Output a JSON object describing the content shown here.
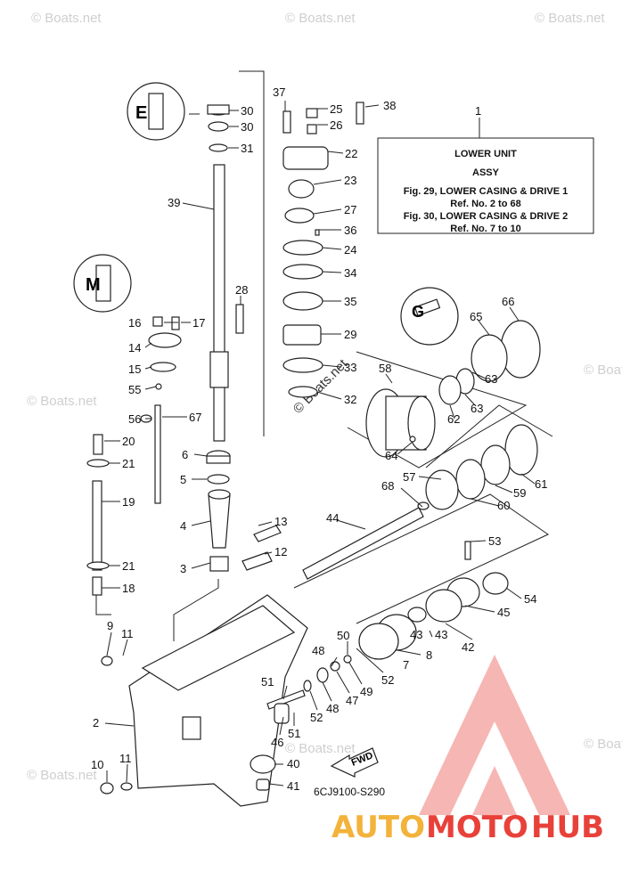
{
  "info_box": {
    "ref": "1",
    "line1": "LOWER UNIT",
    "line2": "ASSY",
    "line3": "Fig. 29, LOWER CASING & DRIVE 1",
    "line4": "Ref. No. 2 to 68",
    "line5": "Fig. 30, LOWER CASING & DRIVE 2",
    "line6": "Ref. No. 7 to 10"
  },
  "diagram_code": "6CJ9100-S290",
  "fwd_label": "FWD",
  "watermark": "© Boats.net",
  "brand": {
    "auto": "AUTO",
    "moto": "MOTO",
    "hub": "HUB",
    "color_main": "#e8413a",
    "color_accent": "#f3b23a",
    "color_triangle": "#f4a9a6"
  },
  "callouts": {
    "c2": "2",
    "c3": "3",
    "c4": "4",
    "c5": "5",
    "c6": "6",
    "c7": "7",
    "c8": "8",
    "c9": "9",
    "c10": "10",
    "c11a": "11",
    "c11b": "11",
    "c12": "12",
    "c13": "13",
    "c14": "14",
    "c15": "15",
    "c16": "16",
    "c17": "17",
    "c18": "18",
    "c19": "19",
    "c20": "20",
    "c21a": "21",
    "c21b": "21",
    "c22": "22",
    "c23": "23",
    "c24": "24",
    "c25": "25",
    "c26": "26",
    "c27": "27",
    "c28": "28",
    "c29": "29",
    "c30a": "30",
    "c30b": "30",
    "c31": "31",
    "c32": "32",
    "c33": "33",
    "c34": "34",
    "c35": "35",
    "c36": "36",
    "c37": "37",
    "c38": "38",
    "c39": "39",
    "c40": "40",
    "c41": "41",
    "c42": "42",
    "c43a": "43",
    "c43b": "43",
    "c44": "44",
    "c45": "45",
    "c46": "46",
    "c47": "47",
    "c48a": "48",
    "c48b": "48",
    "c49": "49",
    "c50": "50",
    "c51a": "51",
    "c51b": "51",
    "c52a": "52",
    "c52b": "52",
    "c53": "53",
    "c54": "54",
    "c55": "55",
    "c56": "56",
    "c57": "57",
    "c58": "58",
    "c59": "59",
    "c60": "60",
    "c61": "61",
    "c62": "62",
    "c63a": "63",
    "c63b": "63",
    "c64": "64",
    "c65": "65",
    "c66": "66",
    "c67": "67",
    "c68": "68"
  }
}
